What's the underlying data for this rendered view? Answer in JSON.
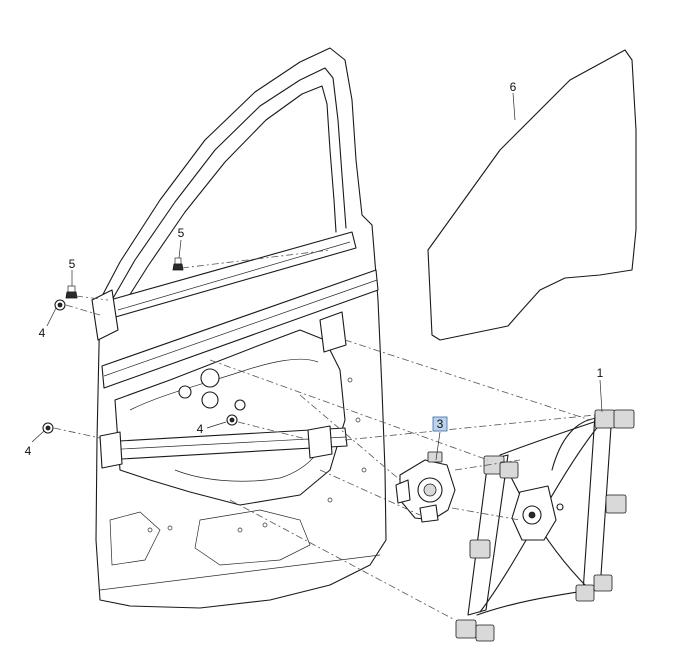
{
  "callouts": [
    {
      "id": "c1",
      "text": "1",
      "highlighted": false
    },
    {
      "id": "c3",
      "text": "3",
      "highlighted": true
    },
    {
      "id": "c4a",
      "text": "4",
      "highlighted": false
    },
    {
      "id": "c4b",
      "text": "4",
      "highlighted": false
    },
    {
      "id": "c4c",
      "text": "4",
      "highlighted": false
    },
    {
      "id": "c5a",
      "text": "5",
      "highlighted": false
    },
    {
      "id": "c5b",
      "text": "5",
      "highlighted": false
    },
    {
      "id": "c6",
      "text": "6",
      "highlighted": false
    }
  ],
  "colors": {
    "highlight_fill": "#bcd3ee",
    "highlight_stroke": "#3b6aa8",
    "line": "#1a1a1a"
  }
}
